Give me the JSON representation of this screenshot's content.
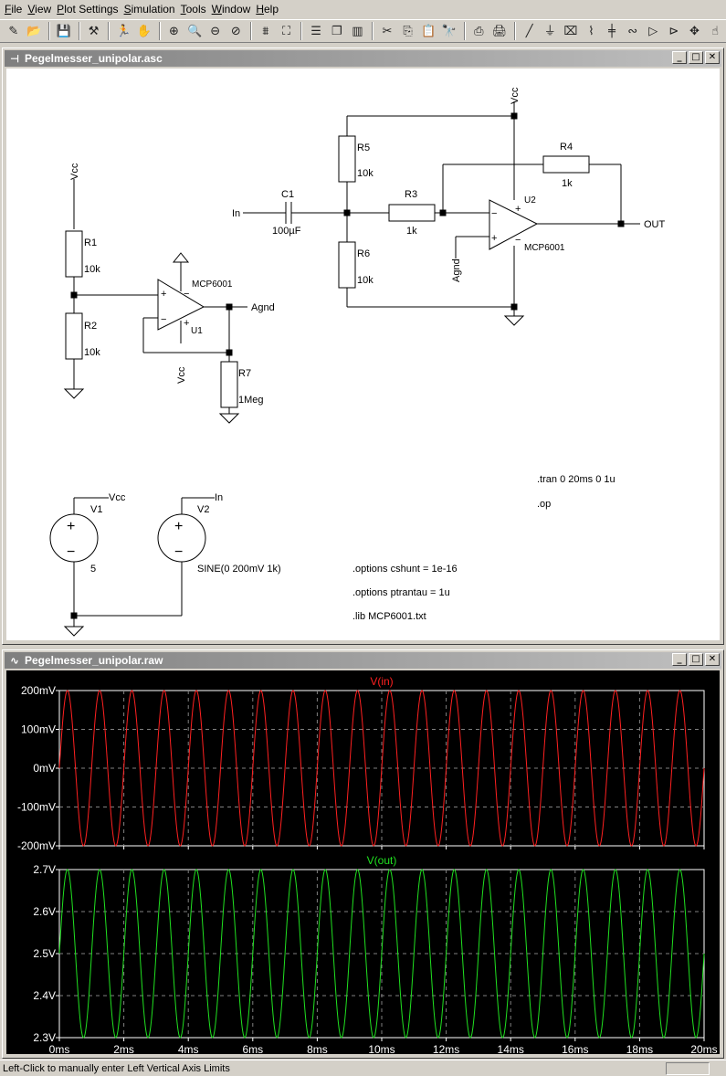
{
  "menu": [
    "File",
    "View",
    "Plot Settings",
    "Simulation",
    "Tools",
    "Window",
    "Help"
  ],
  "toolbar": {
    "icons": [
      "new-schematic-icon",
      "open-icon",
      "separator",
      "save-icon",
      "separator",
      "control-panel-icon",
      "separator",
      "run-icon",
      "halt-icon",
      "separator",
      "zoom-in-icon",
      "zoom-pan-icon",
      "zoom-out-icon",
      "zoom-cancel-icon",
      "separator",
      "autorange-icon",
      "zoom-fit-icon",
      "separator",
      "tile-horizontal-icon",
      "cascade-icon",
      "tile-vertical-icon",
      "separator",
      "cut-icon",
      "copy-icon",
      "paste-icon",
      "find-icon",
      "separator",
      "print-icon",
      "print-setup-icon",
      "separator",
      "draw-wire-icon",
      "ground-icon",
      "label-net-icon",
      "resistor-icon",
      "capacitor-icon",
      "inductor-icon",
      "diode-icon",
      "component-icon",
      "move-icon",
      "drag-icon"
    ]
  },
  "schematic_window": {
    "title": "Pegelmesser_unipolar.asc",
    "components": {
      "R1": {
        "name": "R1",
        "value": "10k"
      },
      "R2": {
        "name": "R2",
        "value": "10k"
      },
      "R3": {
        "name": "R3",
        "value": "1k"
      },
      "R4": {
        "name": "R4",
        "value": "1k"
      },
      "R5": {
        "name": "R5",
        "value": "10k"
      },
      "R6": {
        "name": "R6",
        "value": "10k"
      },
      "R7": {
        "name": "R7",
        "value": "1Meg"
      },
      "C1": {
        "name": "C1",
        "value": "100µF"
      },
      "U1": {
        "name": "U1",
        "model": "MCP6001"
      },
      "U2": {
        "name": "U2",
        "model": "MCP6001"
      },
      "V1": {
        "name": "V1",
        "value": "5"
      },
      "V2": {
        "name": "V2",
        "value": "SINE(0 200mV 1k)"
      }
    },
    "nets": {
      "vcc": "Vcc",
      "in": "In",
      "out": "OUT",
      "agnd": "Agnd"
    },
    "pin_signs": {
      "plus": "+",
      "minus": "−"
    },
    "directives": [
      ".tran 0 20ms 0 1u",
      ".op",
      ".options cshunt = 1e-16",
      ".options ptrantau = 1u",
      ".lib MCP6001.txt"
    ]
  },
  "waveform_window": {
    "title": "Pegelmesser_unipolar.raw"
  },
  "chart_data": [
    {
      "type": "line",
      "title": "V(in)",
      "series": [
        {
          "name": "V(in)",
          "color": "#ff2020",
          "function": "200mV * sin(2*pi*1kHz*t)",
          "amplitude": 0.2,
          "offset": 0,
          "frequency_hz": 1000
        }
      ],
      "x": {
        "min": 0,
        "max": 0.02,
        "unit": "s"
      },
      "ylim": [
        -0.2,
        0.2
      ],
      "xticks": [
        "0ms",
        "2ms",
        "4ms",
        "6ms",
        "8ms",
        "10ms",
        "12ms",
        "14ms",
        "16ms",
        "18ms",
        "20ms"
      ],
      "yticks": [
        "200mV",
        "100mV",
        "0mV",
        "-100mV",
        "-200mV"
      ],
      "grid": true,
      "grid_color": "#808080",
      "background": "#000000"
    },
    {
      "type": "line",
      "title": "V(out)",
      "series": [
        {
          "name": "V(out)",
          "color": "#20e020",
          "function": "2.5V + 200mV * sin(2*pi*1kHz*t)",
          "amplitude": 0.2,
          "offset": 2.5,
          "frequency_hz": 1000
        }
      ],
      "x": {
        "min": 0,
        "max": 0.02,
        "unit": "s"
      },
      "ylim": [
        2.3,
        2.7
      ],
      "xticks": [
        "0ms",
        "2ms",
        "4ms",
        "6ms",
        "8ms",
        "10ms",
        "12ms",
        "14ms",
        "16ms",
        "18ms",
        "20ms"
      ],
      "yticks": [
        "2.7V",
        "2.6V",
        "2.5V",
        "2.4V",
        "2.3V"
      ],
      "grid": true,
      "grid_color": "#808080",
      "background": "#000000"
    }
  ],
  "statusbar": {
    "message": "Left-Click to manually enter Left Vertical Axis Limits"
  }
}
